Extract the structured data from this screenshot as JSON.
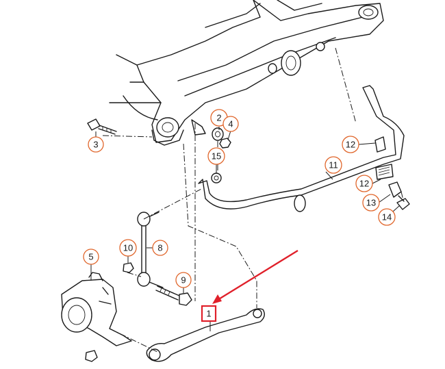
{
  "diagram": {
    "callouts": [
      {
        "label": "1",
        "highlighted": true
      },
      {
        "label": "2"
      },
      {
        "label": "3"
      },
      {
        "label": "4"
      },
      {
        "label": "5"
      },
      {
        "label": "8"
      },
      {
        "label": "9"
      },
      {
        "label": "10"
      },
      {
        "label": "11"
      },
      {
        "label": "12"
      },
      {
        "label": "12"
      },
      {
        "label": "13"
      },
      {
        "label": "14"
      },
      {
        "label": "15"
      }
    ],
    "colors": {
      "callout_ring": "#e0652a",
      "highlight": "#e0202a",
      "line": "#1a1a1a"
    }
  }
}
